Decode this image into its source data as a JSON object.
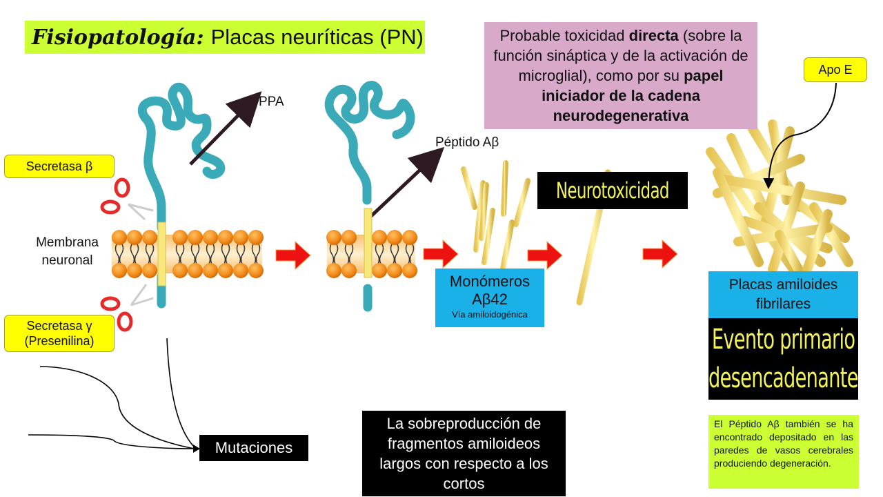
{
  "title": {
    "script_part": "Fisiopatología:",
    "plain_part": "Placas neuríticas (PN)"
  },
  "pink_note": {
    "line1_a": "Probable toxicidad ",
    "line1_bold": "directa",
    "line1_b": " (sobre la función sináptica y de la activación de microglial), como por su ",
    "bold_tail": "papel iniciador de la cadena neurodegenerativa"
  },
  "labels": {
    "ppa": "PPA",
    "peptido": "Péptido Aβ",
    "secretasa_beta": "Secretasa β",
    "secretasa_gamma_line1": "Secretasa γ",
    "secretasa_gamma_line2": "(Presenilina)",
    "membrana_line1": "Membrana",
    "membrana_line2": "neuronal",
    "apo_e": "Apo E"
  },
  "monomeros": {
    "line1": "Monómeros",
    "line2": "Aβ42",
    "subtitle": "Vía amiloidogénica"
  },
  "neurotoxicidad": "Neurotoxicidad",
  "placas": {
    "line1": "Placas amiloides",
    "line2": "fibrilares"
  },
  "evento": {
    "line1": "Evento primario",
    "line2": "desencadenante"
  },
  "mutaciones": "Mutaciones",
  "sobreproduccion": "La sobreproducción de fragmentos amiloideos largos con respecto a los cortos",
  "green_note": "El Péptido Aβ también se ha encontrado depositado en las paredes de vasos cerebrales produciendo degeneración.",
  "colors": {
    "title_bg": "#ccff33",
    "pink_bg": "#d9a9c9",
    "label_yellow": "#ffff00",
    "info_blue": "#1ab0e8",
    "arrow_red": "#ee1111",
    "protein_teal": "#3aa9b8",
    "lipid_orange": "#f08a1a",
    "fibril_yellow": "#f5dd78"
  }
}
